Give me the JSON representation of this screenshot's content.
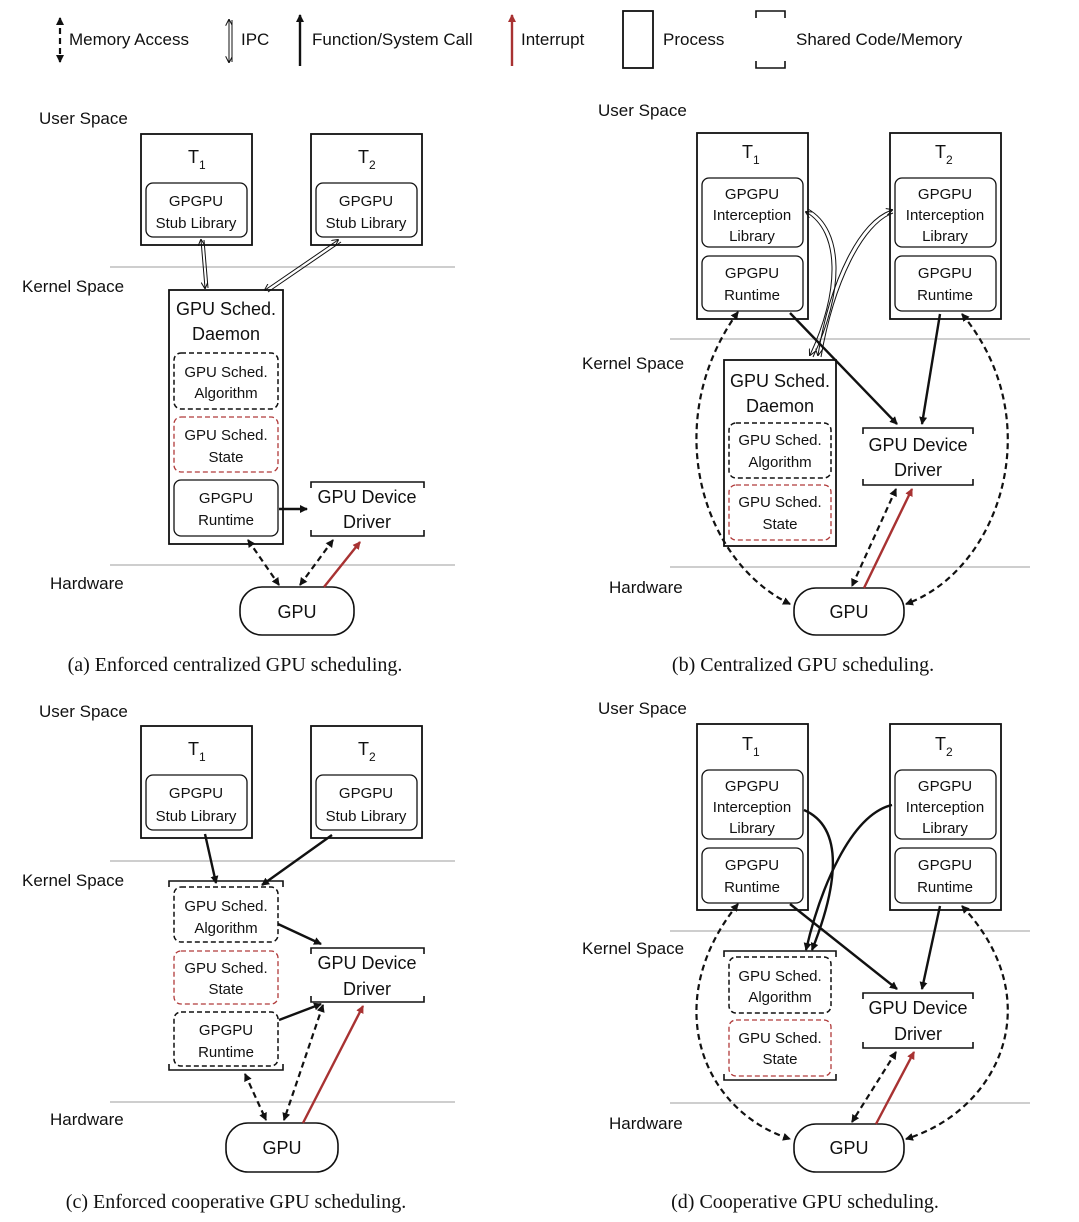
{
  "legend": {
    "memory_access": "Memory Access",
    "ipc": "IPC",
    "function_call": "Function/System Call",
    "interrupt": "Interrupt",
    "process": "Process",
    "shared": "Shared Code/Memory"
  },
  "labels": {
    "user_space": "User Space",
    "kernel_space": "Kernel Space",
    "hardware": "Hardware",
    "t1": "T",
    "t2": "T",
    "sub1": "1",
    "sub2": "2",
    "gpgpu": "GPGPU",
    "stub_library": "Stub Library",
    "interception": "Interception",
    "library": "Library",
    "runtime": "Runtime",
    "gpu_sched": "GPU Sched.",
    "daemon": "Daemon",
    "algorithm": "Algorithm",
    "state": "State",
    "gpu_device": "GPU Device",
    "driver": "Driver",
    "gpu": "GPU"
  },
  "captions": {
    "a": "(a) Enforced centralized GPU scheduling.",
    "b": "(b) Centralized GPU scheduling.",
    "c": "(c) Enforced cooperative GPU scheduling.",
    "d": "(d) Cooperative GPU scheduling."
  },
  "colors": {
    "ink": "#111111",
    "interrupt": "#a83232",
    "state_box": "#b03a3a",
    "separator": "#bdbdbd"
  }
}
